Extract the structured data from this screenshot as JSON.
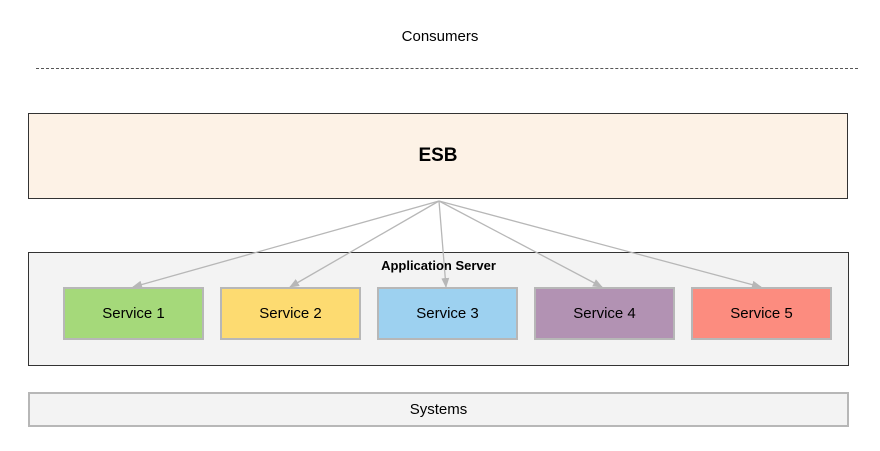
{
  "consumers": {
    "label": "Consumers"
  },
  "esb": {
    "label": "ESB",
    "fill": "#fdf2e6"
  },
  "application_server": {
    "title": "Application Server",
    "fill": "#f3f3f3",
    "services": [
      {
        "label": "Service 1",
        "color": "#a5d97a"
      },
      {
        "label": "Service 2",
        "color": "#fddb71"
      },
      {
        "label": "Service 3",
        "color": "#9dd1f0"
      },
      {
        "label": "Service 4",
        "color": "#b292b3"
      },
      {
        "label": "Service 5",
        "color": "#fc8c7f"
      }
    ]
  },
  "systems": {
    "label": "Systems"
  },
  "connector_color": "#b7b7b7"
}
